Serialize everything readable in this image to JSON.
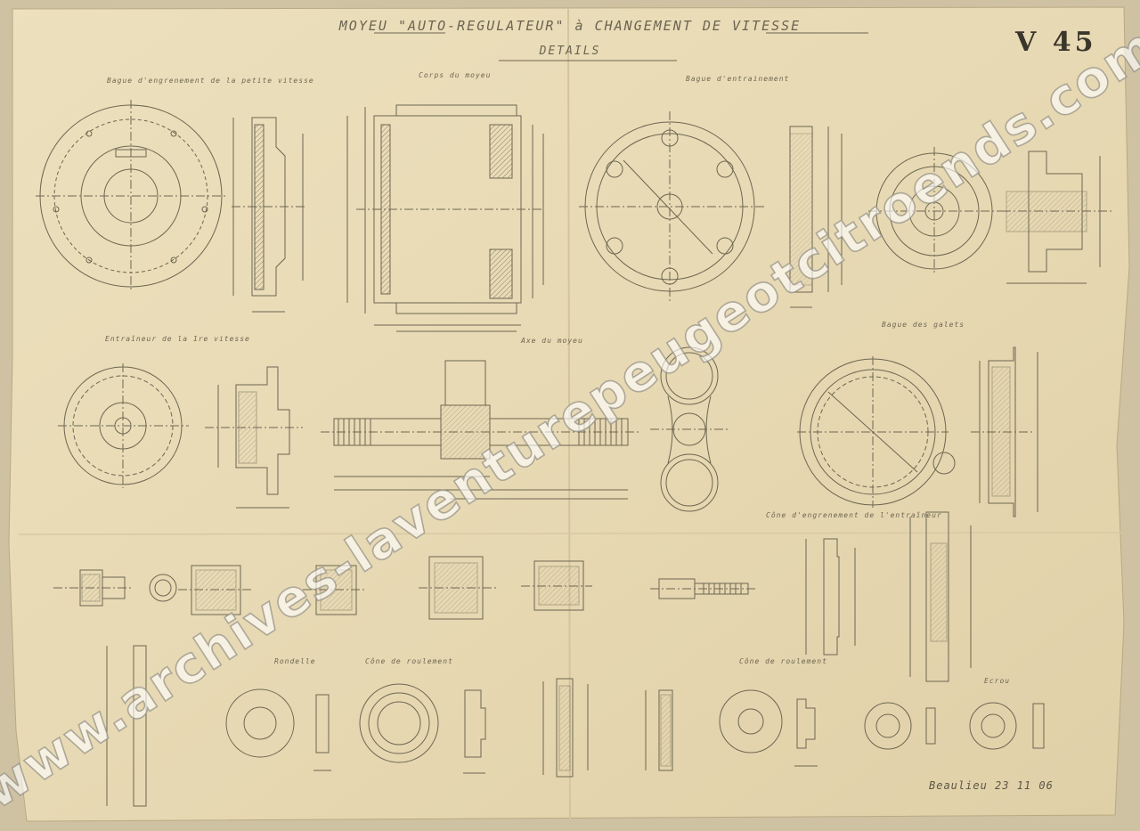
{
  "drawing": {
    "title": "MOYEU \"AUTO-REGULATEUR\" à CHANGEMENT DE VITESSE",
    "subtitle": "DETAILS",
    "plate_number": "V 45",
    "date_stamp": "Beaulieu 23 11 06",
    "watermark": "www.archives-laventurepeugeotcitroends.com"
  },
  "labels": {
    "bague_1": "Bague d'engrenement de la petite vitesse",
    "corps": "Corps du moyeu",
    "bague_2": "Bague d'entrainement",
    "entraineur": "Entraîneur de la 1re vitesse",
    "axe": "Axe du moyeu",
    "bague_3": "Bague des galets",
    "cone_1": "Cône d'engrenement de l'entraîneur",
    "rondelle": "Rondelle",
    "cone_2": "Cône de roulement",
    "cone_3": "Cône de roulement",
    "ecrou": "Ecrou"
  },
  "colors": {
    "paper": "#e8dbb7",
    "ink": "#6d6651",
    "ink_dark": "#3a362b"
  }
}
